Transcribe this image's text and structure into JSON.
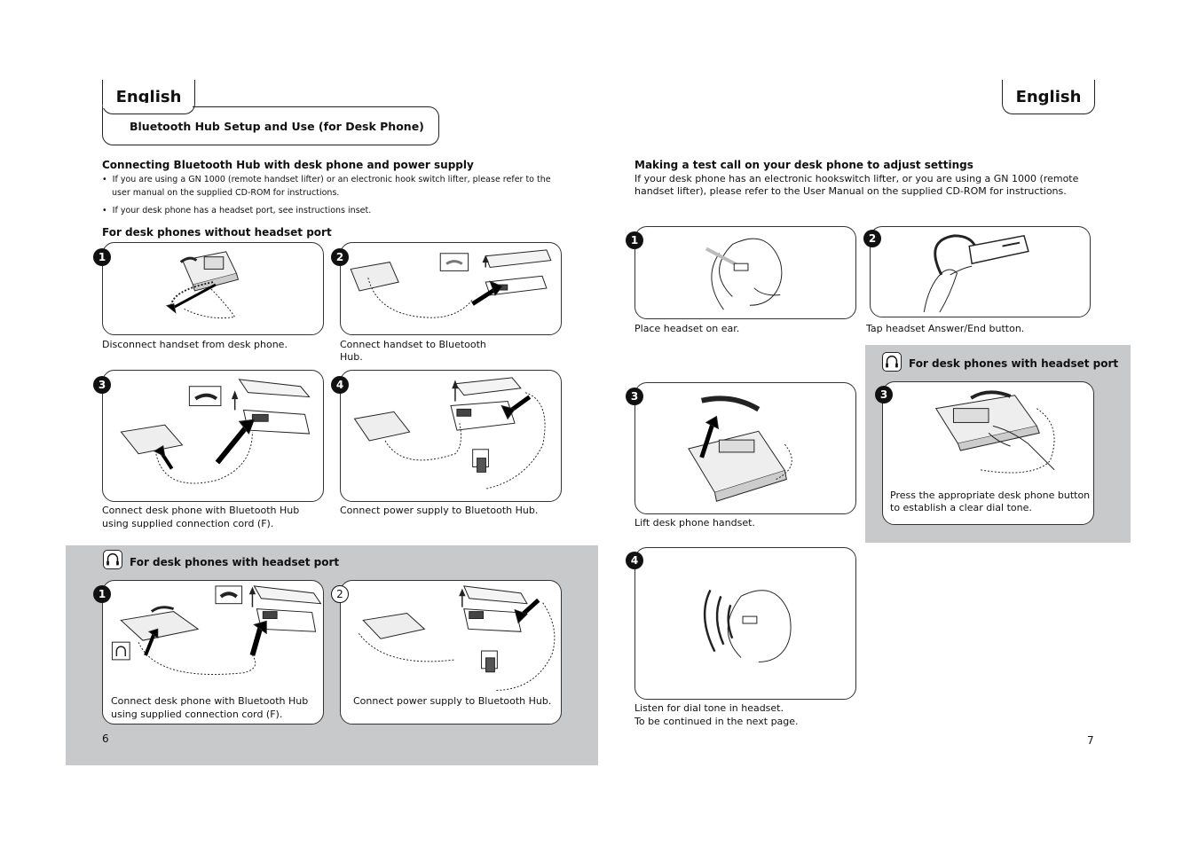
{
  "left_page": {
    "language_tab": "English",
    "subtitle": "Bluetooth Hub Setup and Use (for Desk Phone)",
    "section_heading": "Connecting Bluetooth Hub with desk phone and power supply",
    "bullets": [
      "If you are using a GN 1000 (remote handset lifter) or an electronic hook switch lifter, please refer to the",
      "user manual on the supplied CD-ROM for instructions.",
      "If your desk phone has a headset port, see instructions inset."
    ],
    "without_port_heading": "For desk phones without headset port",
    "steps": [
      {
        "num": "1",
        "caption": "Disconnect handset from desk phone."
      },
      {
        "num": "2",
        "caption_line1": "Connect handset to Bluetooth",
        "caption_line2": "Hub."
      },
      {
        "num": "3",
        "caption_line1": "Connect desk phone with Bluetooth Hub",
        "caption_line2": "using supplied connection cord (F)."
      },
      {
        "num": "4",
        "caption": "Connect power supply to Bluetooth Hub."
      }
    ],
    "with_port_heading": "For desk phones with headset port",
    "port_steps": [
      {
        "num": "1",
        "caption_line1": "Connect desk phone with Bluetooth Hub",
        "caption_line2": "using supplied connection cord (F)."
      },
      {
        "num": "2",
        "caption": "Connect power supply to Bluetooth Hub."
      }
    ],
    "page_number": "6"
  },
  "right_page": {
    "language_tab": "English",
    "section_heading": "Making a test call on your desk phone to adjust settings",
    "intro_line1": "If your desk phone has an electronic hookswitch lifter, or you are using a GN 1000 (remote",
    "intro_line2": "handset lifter), please refer to the User Manual on the supplied CD-ROM for instructions.",
    "steps": [
      {
        "num": "1",
        "caption": "Place headset on ear."
      },
      {
        "num": "2",
        "caption": "Tap headset Answer/End button."
      },
      {
        "num": "3",
        "caption": "Lift desk phone handset."
      },
      {
        "num": "4",
        "caption_line1": "Listen for dial tone in headset.",
        "caption_line2": "To be continued in the next page."
      }
    ],
    "with_port_heading": "For desk phones with headset port",
    "port_step": {
      "num": "3",
      "caption_line1": "Press the appropriate desk phone button",
      "caption_line2": "to establish a clear dial tone."
    },
    "page_number": "7"
  }
}
